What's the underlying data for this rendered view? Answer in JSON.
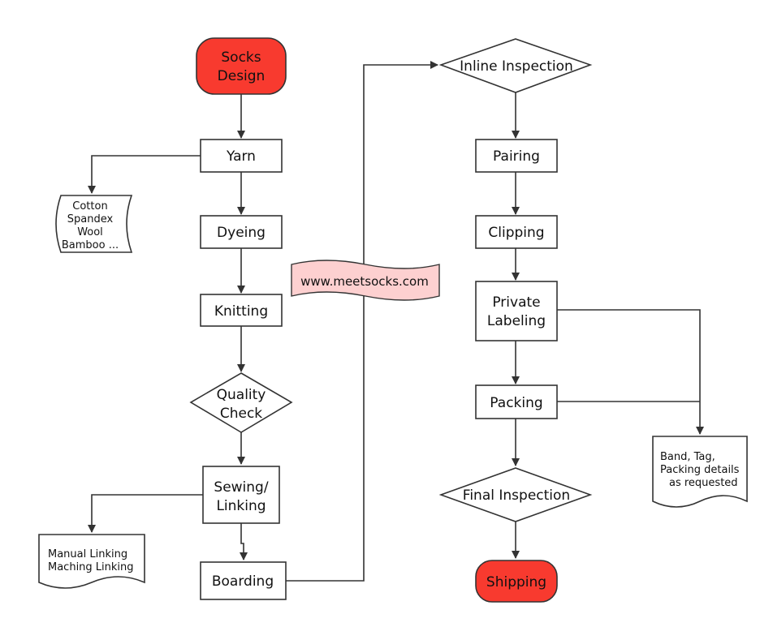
{
  "nodes": {
    "socks_design": [
      "Socks",
      "Design"
    ],
    "yarn": "Yarn",
    "materials": [
      "Cotton",
      "Spandex",
      "Wool",
      "Bamboo ..."
    ],
    "dyeing": "Dyeing",
    "knitting": "Knitting",
    "quality_check": [
      "Quality",
      "Check"
    ],
    "sewing_linking": [
      "Sewing/",
      "Linking"
    ],
    "linking_types": [
      "Manual Linking",
      "Maching Linking"
    ],
    "boarding": "Boarding",
    "website": "www.meetsocks.com",
    "inline_inspection": "Inline Inspection",
    "pairing": "Pairing",
    "clipping": "Clipping",
    "private_labeling": [
      "Private",
      "Labeling"
    ],
    "packing": "Packing",
    "packing_details": [
      "Band, Tag,",
      "Packing details",
      "as requested"
    ],
    "final_inspection": "Final Inspection",
    "shipping": "Shipping"
  },
  "colors": {
    "terminal_fill": "#f83a2f",
    "banner_fill": "#fdd0d0",
    "stroke": "#333333"
  }
}
